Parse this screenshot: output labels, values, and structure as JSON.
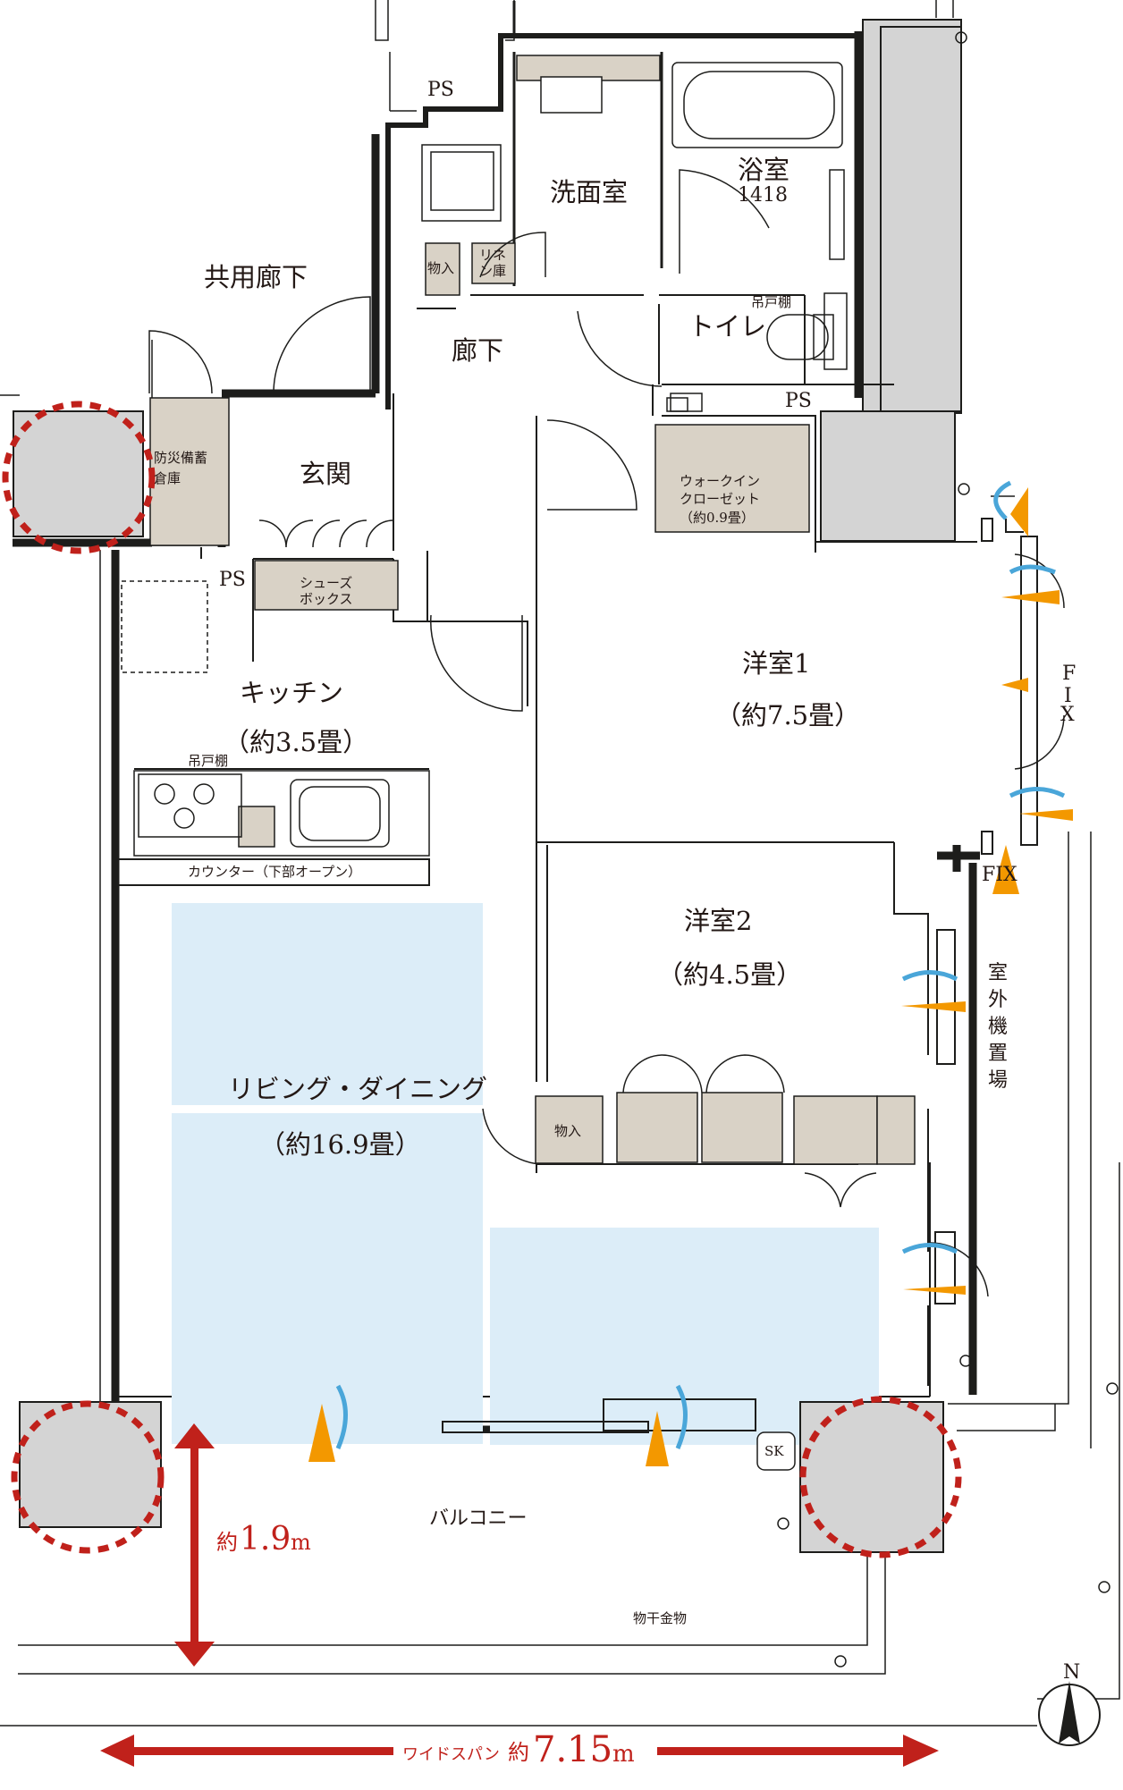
{
  "colors": {
    "wall": "#1d1d1b",
    "pillar": "#d4d4d4",
    "storage": "#d9d2c6",
    "lightblue": "#dcedf8",
    "arrow": "#c0211b",
    "wind_orange": "#f39800",
    "wind_blue": "#4aa6d9",
    "dashed_circle": "#c0211b"
  },
  "labels": {
    "ps_top": "PS",
    "washroom": "洗面室",
    "bathroom": "浴室",
    "bath_size": "1418",
    "common_corridor": "共用廊下",
    "storage_small": "物入",
    "linen_1": "リネ",
    "linen_2": "ン庫",
    "corridor": "廊下",
    "toilet": "トイレ",
    "hanging_shelf_toilet": "吊戸棚",
    "ps_toilet": "PS",
    "disaster_1": "防災備蓄",
    "disaster_2": "倉庫",
    "entrance": "玄関",
    "wic_1": "ウォークイン",
    "wic_2": "クローゼット",
    "wic_3": "（約0.9畳）",
    "ps_entrance": "PS",
    "shoebox_1": "シューズ",
    "shoebox_2": "ボックス",
    "room1": "洋室1",
    "room1_size": "（約7.5畳）",
    "kitchen": "キッチン",
    "kitchen_size": "（約3.5畳）",
    "hanging_shelf_kitchen": "吊戸棚",
    "counter": "カウンター（下部オープン）",
    "fix_1": "F\nI\nX",
    "fix_2": "FIX",
    "room2": "洋室2",
    "room2_size": "（約4.5畳）",
    "outdoor_unit": [
      "室",
      "外",
      "機",
      "置",
      "場"
    ],
    "living": "リビング・ダイニング",
    "living_size": "（約16.9畳）",
    "storage_living": "物入",
    "sk": "SK",
    "balcony": "バルコニー",
    "depth_prefix": "約",
    "depth_value": "1.9",
    "depth_unit": "m",
    "drying_hardware": "物干金物",
    "north": "N",
    "span_label": "ワイドスパン",
    "span_prefix": "約",
    "span_value": "7.15",
    "span_unit": "m"
  }
}
